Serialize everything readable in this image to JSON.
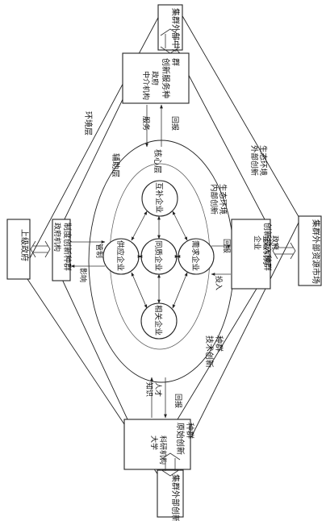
{
  "layers": {
    "environment": "环境层",
    "auxiliary": "辅助层",
    "core": "核心层"
  },
  "eco": {
    "internal": [
      "内部创新",
      "生态环境"
    ],
    "external": [
      "外部创新",
      "生态环境"
    ]
  },
  "outer_boxes": {
    "intermediary": [
      "集群外部中介机构"
    ],
    "government": [
      "上级政府"
    ],
    "market": [
      "集群外部资源市场"
    ],
    "source": [
      "集群外部创新源"
    ]
  },
  "populations": {
    "service": {
      "title": [
        "创新服务种",
        "群"
      ],
      "items": [
        "中介机构",
        "政府"
      ]
    },
    "institution": {
      "title": [
        "制度创新种群"
      ],
      "items": [
        "政府机构"
      ]
    },
    "investment": {
      "title": [
        "创新投入种群"
      ],
      "items": [
        "企业",
        "金融机构",
        "政府"
      ]
    },
    "origin": {
      "title": [
        "原始创新",
        "种群"
      ],
      "items": [
        "大学",
        "科研机构"
      ]
    },
    "technology": [
      "技术创新",
      "种群"
    ]
  },
  "enterprises": {
    "complementary": "互补企业",
    "supplier": "供应企业",
    "peer": "同质企业",
    "demand": "需求企业",
    "related": "相关企业"
  },
  "flows": {
    "service": "服务",
    "service_feedback": "回报",
    "control": "管制",
    "influence": "影响",
    "invest_feedback": "回报",
    "invest": "投入",
    "knowledge": [
      "知识",
      "人才"
    ],
    "origin_feedback": "回报"
  }
}
